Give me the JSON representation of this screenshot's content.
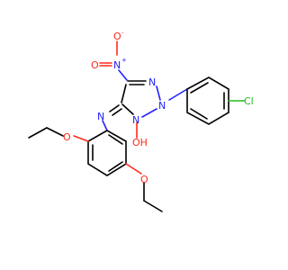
{
  "colors": {
    "carbon": "#000000",
    "nitrogen": "#2222ff",
    "oxygen": "#ff2a1a",
    "chlorine": "#22bb22",
    "background": "#ffffff"
  },
  "atoms": {
    "nitro_n": "N",
    "nitro_n_charge": "+",
    "nitro_o_top": "O",
    "nitro_o_minus": "-",
    "nitro_o_left": "O",
    "triazole_n1": "N",
    "triazole_n2": "N",
    "triazole_n3": "N",
    "hydroxyl": "OH",
    "imine_n": "N",
    "chlorine": "Cl",
    "ether_o_upper": "O",
    "ether_o_lower": "O"
  }
}
